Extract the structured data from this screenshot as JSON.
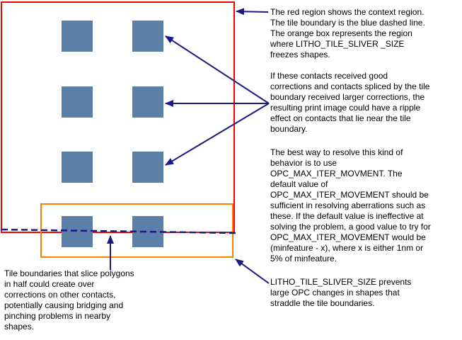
{
  "notes": {
    "context": "The red region shows the context region.\nThe tile boundary is the blue dashed line.\nThe orange box represents the region\nwhere LITHO_TILE_SLIVER _SIZE\nfreezes shapes.",
    "ripple": "If these contacts received good\ncorrections and contacts spliced by the tile\nboundary received larger corrections, the\nresulting print image could have a ripple\neffect on contacts that lie near the tile\nboundary.",
    "resolve": "The best way to resolve this kind of\nbehavior is to use\nOPC_MAX_ITER_MOVMENT. The\ndefault value of\nOPC_MAX_ITER_MOVEMENT should be\nsufficient in resolving aberrations such as\nthese. If the default value is ineffective at\nsolving the problem, a good value to try for\nOPC_MAX_ITER_MOVEMENT would be\n(minfeature - x), where x is either 1nm or\n5% of minfeature.",
    "sliver": "LITHO_TILE_SLIVER_SIZE prevents\nlarge OPC changes in shapes that\nstraddle the tile boundaries.",
    "boundary": "Tile boundaries that slice polygons\nin half could create over\ncorrections on other contacts,\npotentially causing bridging and\npinching problems in nearby\nshapes."
  },
  "colors": {
    "context_region": "#ff0000",
    "tile_boundary": "#1a1a80",
    "sliver_region": "#ff8000",
    "contact": "#5b7fa6",
    "arrow": "#1a1a80"
  }
}
